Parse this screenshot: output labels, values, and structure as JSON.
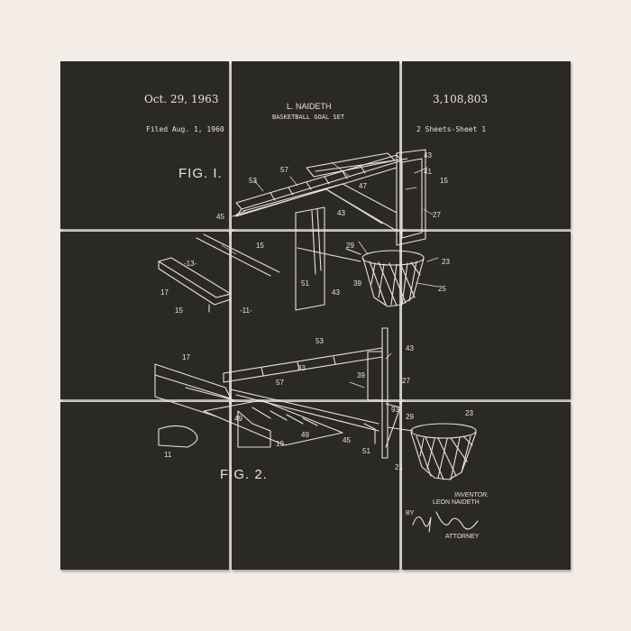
{
  "colors": {
    "wall": "#f4ede7",
    "board": "#2b2926",
    "ink": "#e9e3d6"
  },
  "patent": {
    "date": "Oct. 29, 1963",
    "inventor_header": "L. NAIDETH",
    "patent_number": "3,108,803",
    "filed": "Filed Aug. 1, 1960",
    "title": "BASKETBALL GOAL SET",
    "sheets": "2 Sheets-Sheet 1",
    "fig1_label": "FIG. I.",
    "fig2_label": "FIG. 2.",
    "inventor_caption": "INVENTOR.",
    "inventor_name": "LEON NAIDETH",
    "by_label": "BY",
    "attorney_label": "ATTORNEY"
  },
  "fig1_refs": [
    "57",
    "43",
    "41",
    "15",
    "53",
    "47",
    "45",
    "43",
    "27",
    "29",
    "15",
    "23",
    "-13-",
    "17",
    "51",
    "43",
    "39",
    "25",
    "15",
    "-11-"
  ],
  "fig2_refs": [
    "53",
    "43",
    "17",
    "33",
    "39",
    "57",
    "27",
    "93",
    "29",
    "23",
    "49",
    "49",
    "45",
    "51",
    "19",
    "11",
    "21"
  ]
}
